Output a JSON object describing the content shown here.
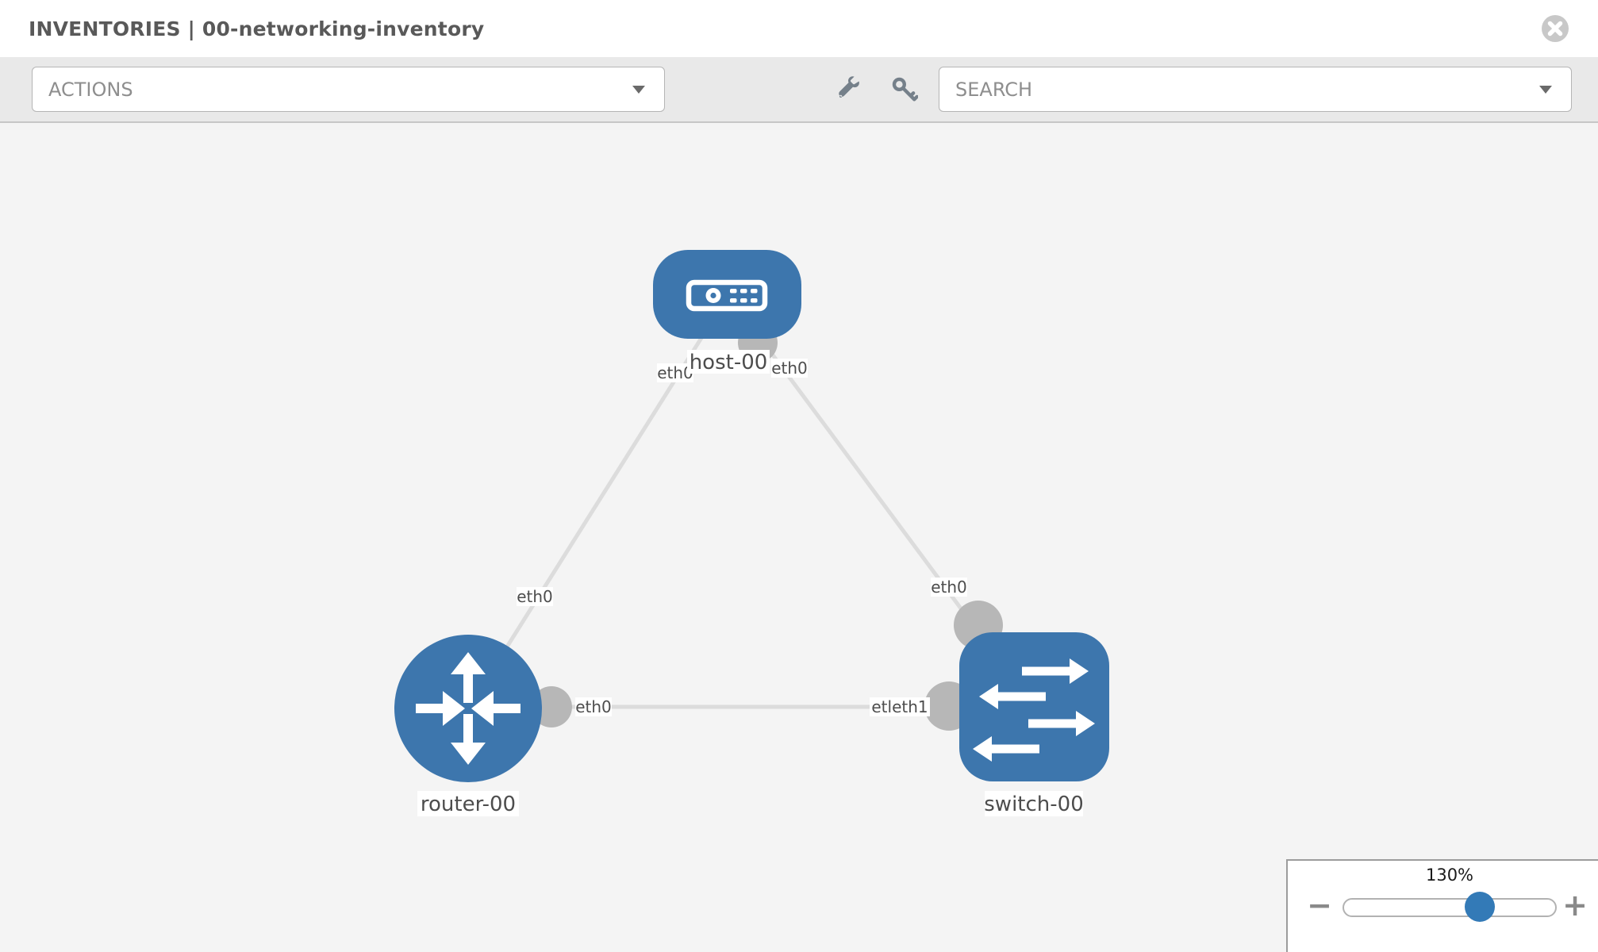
{
  "header": {
    "title": "INVENTORIES | 00-networking-inventory"
  },
  "toolbar": {
    "actions": {
      "label": "ACTIONS"
    },
    "search": {
      "label": "SEARCH"
    },
    "icons": [
      "wrench-icon",
      "key-icon"
    ]
  },
  "topology": {
    "nodes": [
      {
        "id": "host-00",
        "type": "host",
        "label": "host-00"
      },
      {
        "id": "router-00",
        "type": "router",
        "label": "router-00"
      },
      {
        "id": "switch-00",
        "type": "switch",
        "label": "switch-00"
      }
    ],
    "links": [
      {
        "source": "router-00",
        "target": "host-00",
        "source_interface": "eth0",
        "target_interface": "eth0"
      },
      {
        "source": "host-00",
        "target": "switch-00",
        "source_interface": "eth0",
        "target_interface": "eth0"
      },
      {
        "source": "router-00",
        "target": "switch-00",
        "source_interface": "eth0",
        "target_interface": "etleth1"
      }
    ],
    "interface_labels": {
      "host_left": "eth0",
      "host_right": "eth0",
      "router_upper": "eth0",
      "switch_upper": "eth0",
      "mid_left": "eth0",
      "mid_right": "etleth1"
    }
  },
  "zoom_control": {
    "percent": "130%",
    "minus_label": "−",
    "plus_label": "+"
  },
  "colors": {
    "node_blue": "#3d76ad",
    "accent_blue": "#337ab7",
    "link_gray": "#dcdcdc",
    "interface_gray": "#b7b7b7",
    "toolbar_bg": "#e9e9e9",
    "canvas_bg": "#f4f4f4"
  }
}
